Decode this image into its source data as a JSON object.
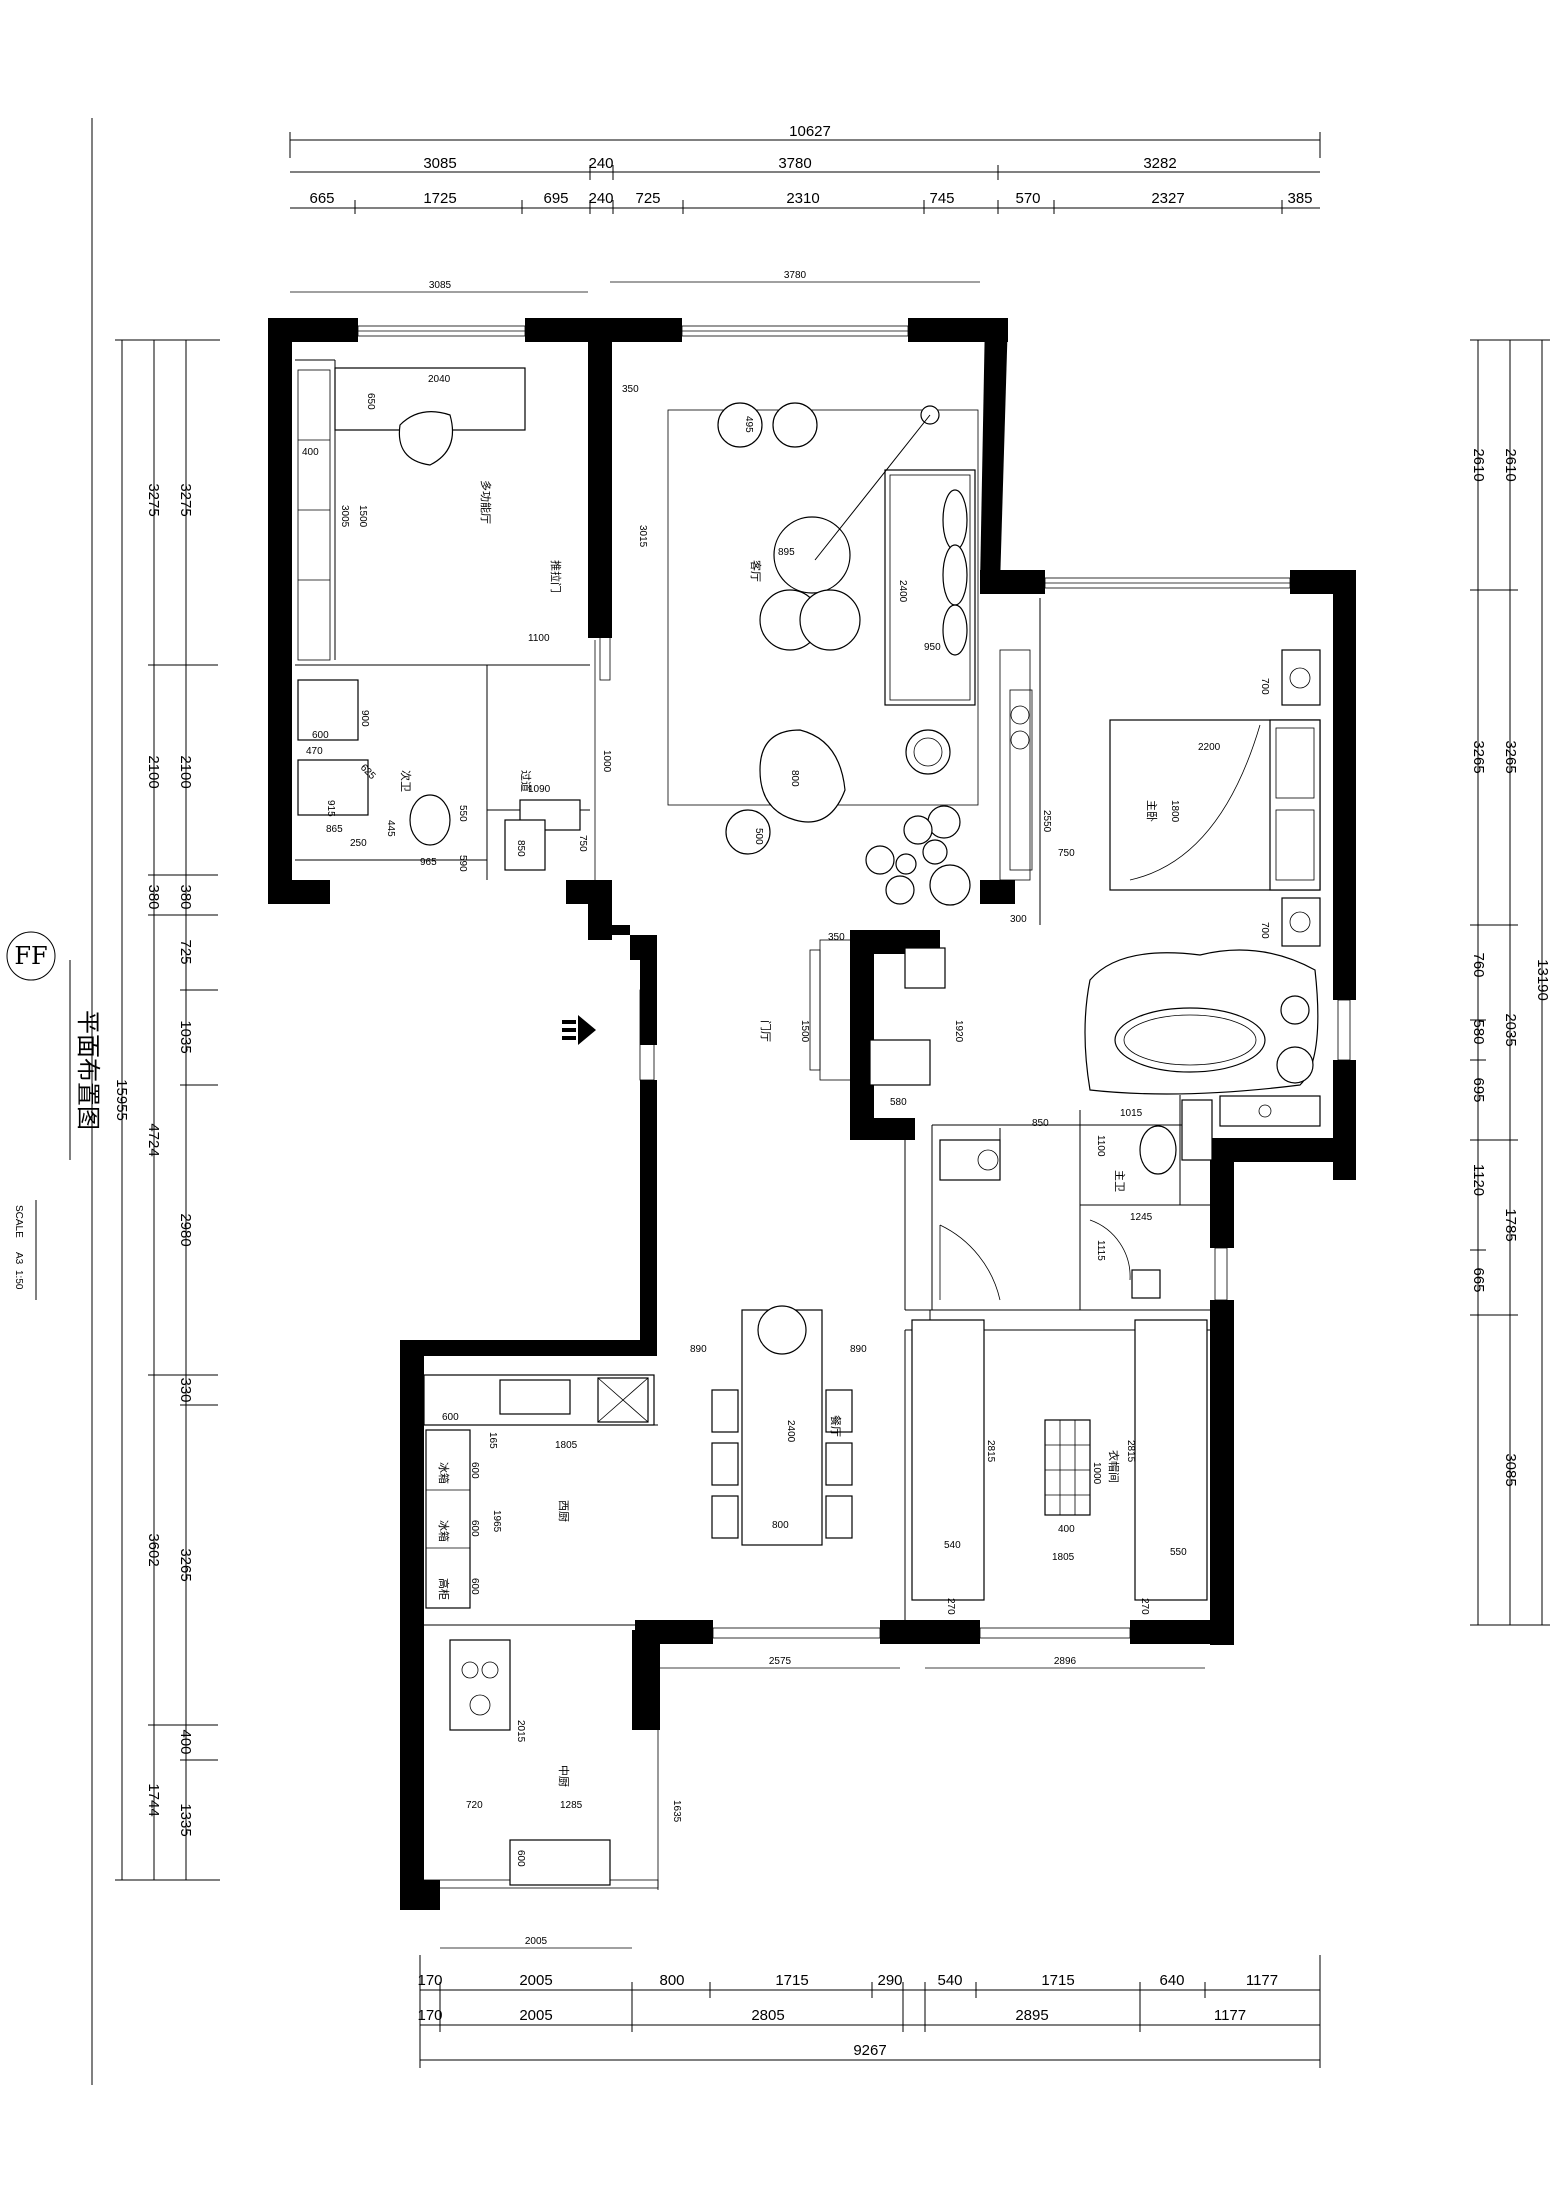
{
  "title_block": {
    "badge": "FF",
    "title": "平面布置图",
    "scale_label": "SCALE",
    "paper": "A3",
    "ratio": "1:50"
  },
  "dims_top": {
    "total": "10627",
    "row1": [
      "3085",
      "240",
      "3780",
      "3282"
    ],
    "row2": [
      "665",
      "1725",
      "695",
      "240",
      "725",
      "2310",
      "745",
      "570",
      "2327",
      "385"
    ],
    "room_w1": "3085",
    "room_w2": "3780"
  },
  "dims_left": {
    "outer_total": "15955",
    "mid": [
      "3275",
      "2100",
      "380",
      "4724",
      "3602",
      "1744"
    ],
    "inner": [
      "3275",
      "2100",
      "380",
      "725",
      "1035",
      "2980",
      "330",
      "3265",
      "400",
      "1335"
    ]
  },
  "dims_right": {
    "total": "13190",
    "mid": [
      "3265",
      "1785",
      "3085"
    ],
    "inner": [
      "2610",
      "2610",
      "3265",
      "760",
      "580",
      "695",
      "2035",
      "1120",
      "665"
    ]
  },
  "dims_bottom": {
    "row1": [
      "170",
      "2005",
      "800",
      "1715",
      "290",
      "540",
      "1715",
      "640",
      "1177"
    ],
    "row2": [
      "170",
      "2005",
      "2805",
      "2895",
      "1177"
    ],
    "total": "9267",
    "upper": [
      "2005",
      "2575",
      "2896"
    ]
  },
  "rooms": {
    "multi_hall": "多功能厅",
    "sliding_door": "推拉门",
    "guest_bath": "次卫",
    "washroom": "过道",
    "living": "客厅",
    "foyer": "门厅",
    "master_bed": "主卧",
    "master_bath": "主卫",
    "closet": "衣帽间",
    "western_kitchen": "西厨",
    "chinese_kitchen": "中厨",
    "dining": "餐厅",
    "fridge1": "冰箱",
    "fridge2": "冰箱",
    "tall_cabinet": "高柜"
  },
  "inner_dims": {
    "d2040": "2040",
    "d650": "650",
    "d400": "400",
    "d1500": "1500",
    "d3005": "3005",
    "d1100": "1100",
    "d900": "900",
    "d600": "600",
    "d470": "470",
    "d625": "625",
    "d915": "915",
    "d865": "865",
    "d250": "250",
    "d445": "445",
    "d550": "550",
    "d965": "965",
    "d590": "590",
    "d1090": "1090",
    "d750a": "750",
    "d850a": "850",
    "d1000": "1000",
    "d350": "350",
    "d3015": "3015",
    "d495": "495",
    "d895": "895",
    "d2400": "2400",
    "d950": "950",
    "d800a": "800",
    "d500": "500",
    "d350b": "350",
    "d1500b": "1500",
    "d1920": "1920",
    "d580": "580",
    "d2200": "2200",
    "d1800": "1800",
    "d700a": "700",
    "d700b": "700",
    "d2550": "2550",
    "d750b": "750",
    "d300": "300",
    "d850": "850",
    "d1015": "1015",
    "d1100b": "1100",
    "d1245": "1245",
    "d1115": "1115",
    "d890a": "890",
    "d890b": "890",
    "d2400b": "2400",
    "d800b": "800",
    "d600k": "600",
    "d1805": "1805",
    "d165": "165",
    "d600f1": "600",
    "d600f2": "600",
    "d600f3": "600",
    "d1965": "1965",
    "d2815a": "2815",
    "d2815b": "2815",
    "d1000b": "1000",
    "d400b": "400",
    "d1805b": "1805",
    "d540": "540",
    "d550b": "550",
    "d270a": "270",
    "d270b": "270",
    "d2015": "2015",
    "d720": "720",
    "d1285": "1285",
    "d1635": "1635",
    "d600c": "600"
  }
}
